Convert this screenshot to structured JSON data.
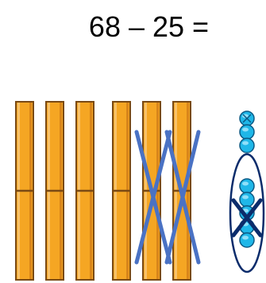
{
  "equation": {
    "text": "68 – 25 ="
  },
  "base_ten_model": {
    "tens": {
      "count": 6,
      "crossed_out": 2,
      "icon": "ten-rod-icon"
    },
    "ones": {
      "count": 8,
      "crossed_out": 5,
      "icon": "unit-cube-icon"
    },
    "colors": {
      "rod_fill": "#F5A623",
      "rod_stroke": "#7A4A14",
      "cube_fill": "#1FB7E8",
      "cube_stroke": "#0B5A85",
      "cross_tens": "#4A72C4",
      "cross_ones": "#0B2C6B",
      "ring": "#0B2C6B"
    }
  }
}
